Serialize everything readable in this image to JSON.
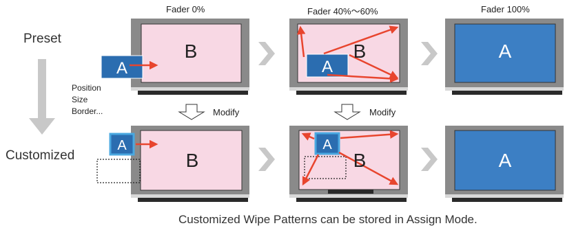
{
  "headers": {
    "col1": "Fader 0%",
    "col2": "Fader 40%～60%",
    "col3": "Fader 100%"
  },
  "rows": {
    "preset": "Preset",
    "customized": "Customized"
  },
  "properties": [
    "Position",
    "Size",
    "Border..."
  ],
  "modify_label": "Modify",
  "source_a": "A",
  "source_b": "B",
  "caption": "Customized Wipe Patterns can be stored in Assign Mode.",
  "colors": {
    "screen_b": "#f8d8e4",
    "screen_a": "#3c7fc4",
    "box_a": "#2b6db0",
    "box_a_border": "#4aa8e0",
    "bezel": "#8a8a8a",
    "stand": "#2a2a2a",
    "arrow_red": "#e8452e",
    "flow_arrow": "#c8c8c8"
  }
}
